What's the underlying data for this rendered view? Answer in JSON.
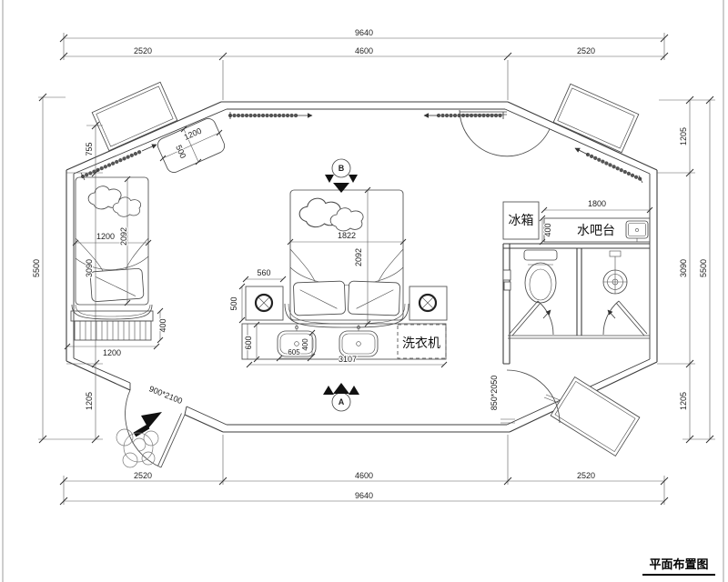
{
  "sheet": {
    "title": "平面布置图"
  },
  "rooms": {
    "fridge": "冰箱",
    "water_bar": "水吧台",
    "washer": "洗衣机"
  },
  "sections": {
    "top": "B",
    "bottom": "A"
  },
  "doors": {
    "entry": "900*2100",
    "bath": "850*2050"
  },
  "dims": {
    "top_overall": "9640",
    "top_left": "2520",
    "top_mid": "4600",
    "top_right": "2520",
    "bot_left": "2520",
    "bot_mid": "4600",
    "bot_right": "2520",
    "bot_overall": "9640",
    "left_overall": "5500",
    "left_top": "755",
    "left_mid": "3090",
    "left_bot": "1205",
    "right_top": "1205",
    "right_mid": "3090",
    "right_bot": "1205",
    "right_overall": "5500",
    "desk_len": "1200",
    "desk_dep": "500",
    "sbed_w": "1200",
    "sbed_l": "2092",
    "bench_dep": "400",
    "bench_len": "1200",
    "dbed_w": "1822",
    "dbed_l": "2092",
    "ns_w": "560",
    "ns_d": "500",
    "counter_dep": "600",
    "counter_len": "3107",
    "sink_w": "605",
    "sink_d": "400",
    "bar_len": "1800",
    "bar_dep": "400"
  }
}
